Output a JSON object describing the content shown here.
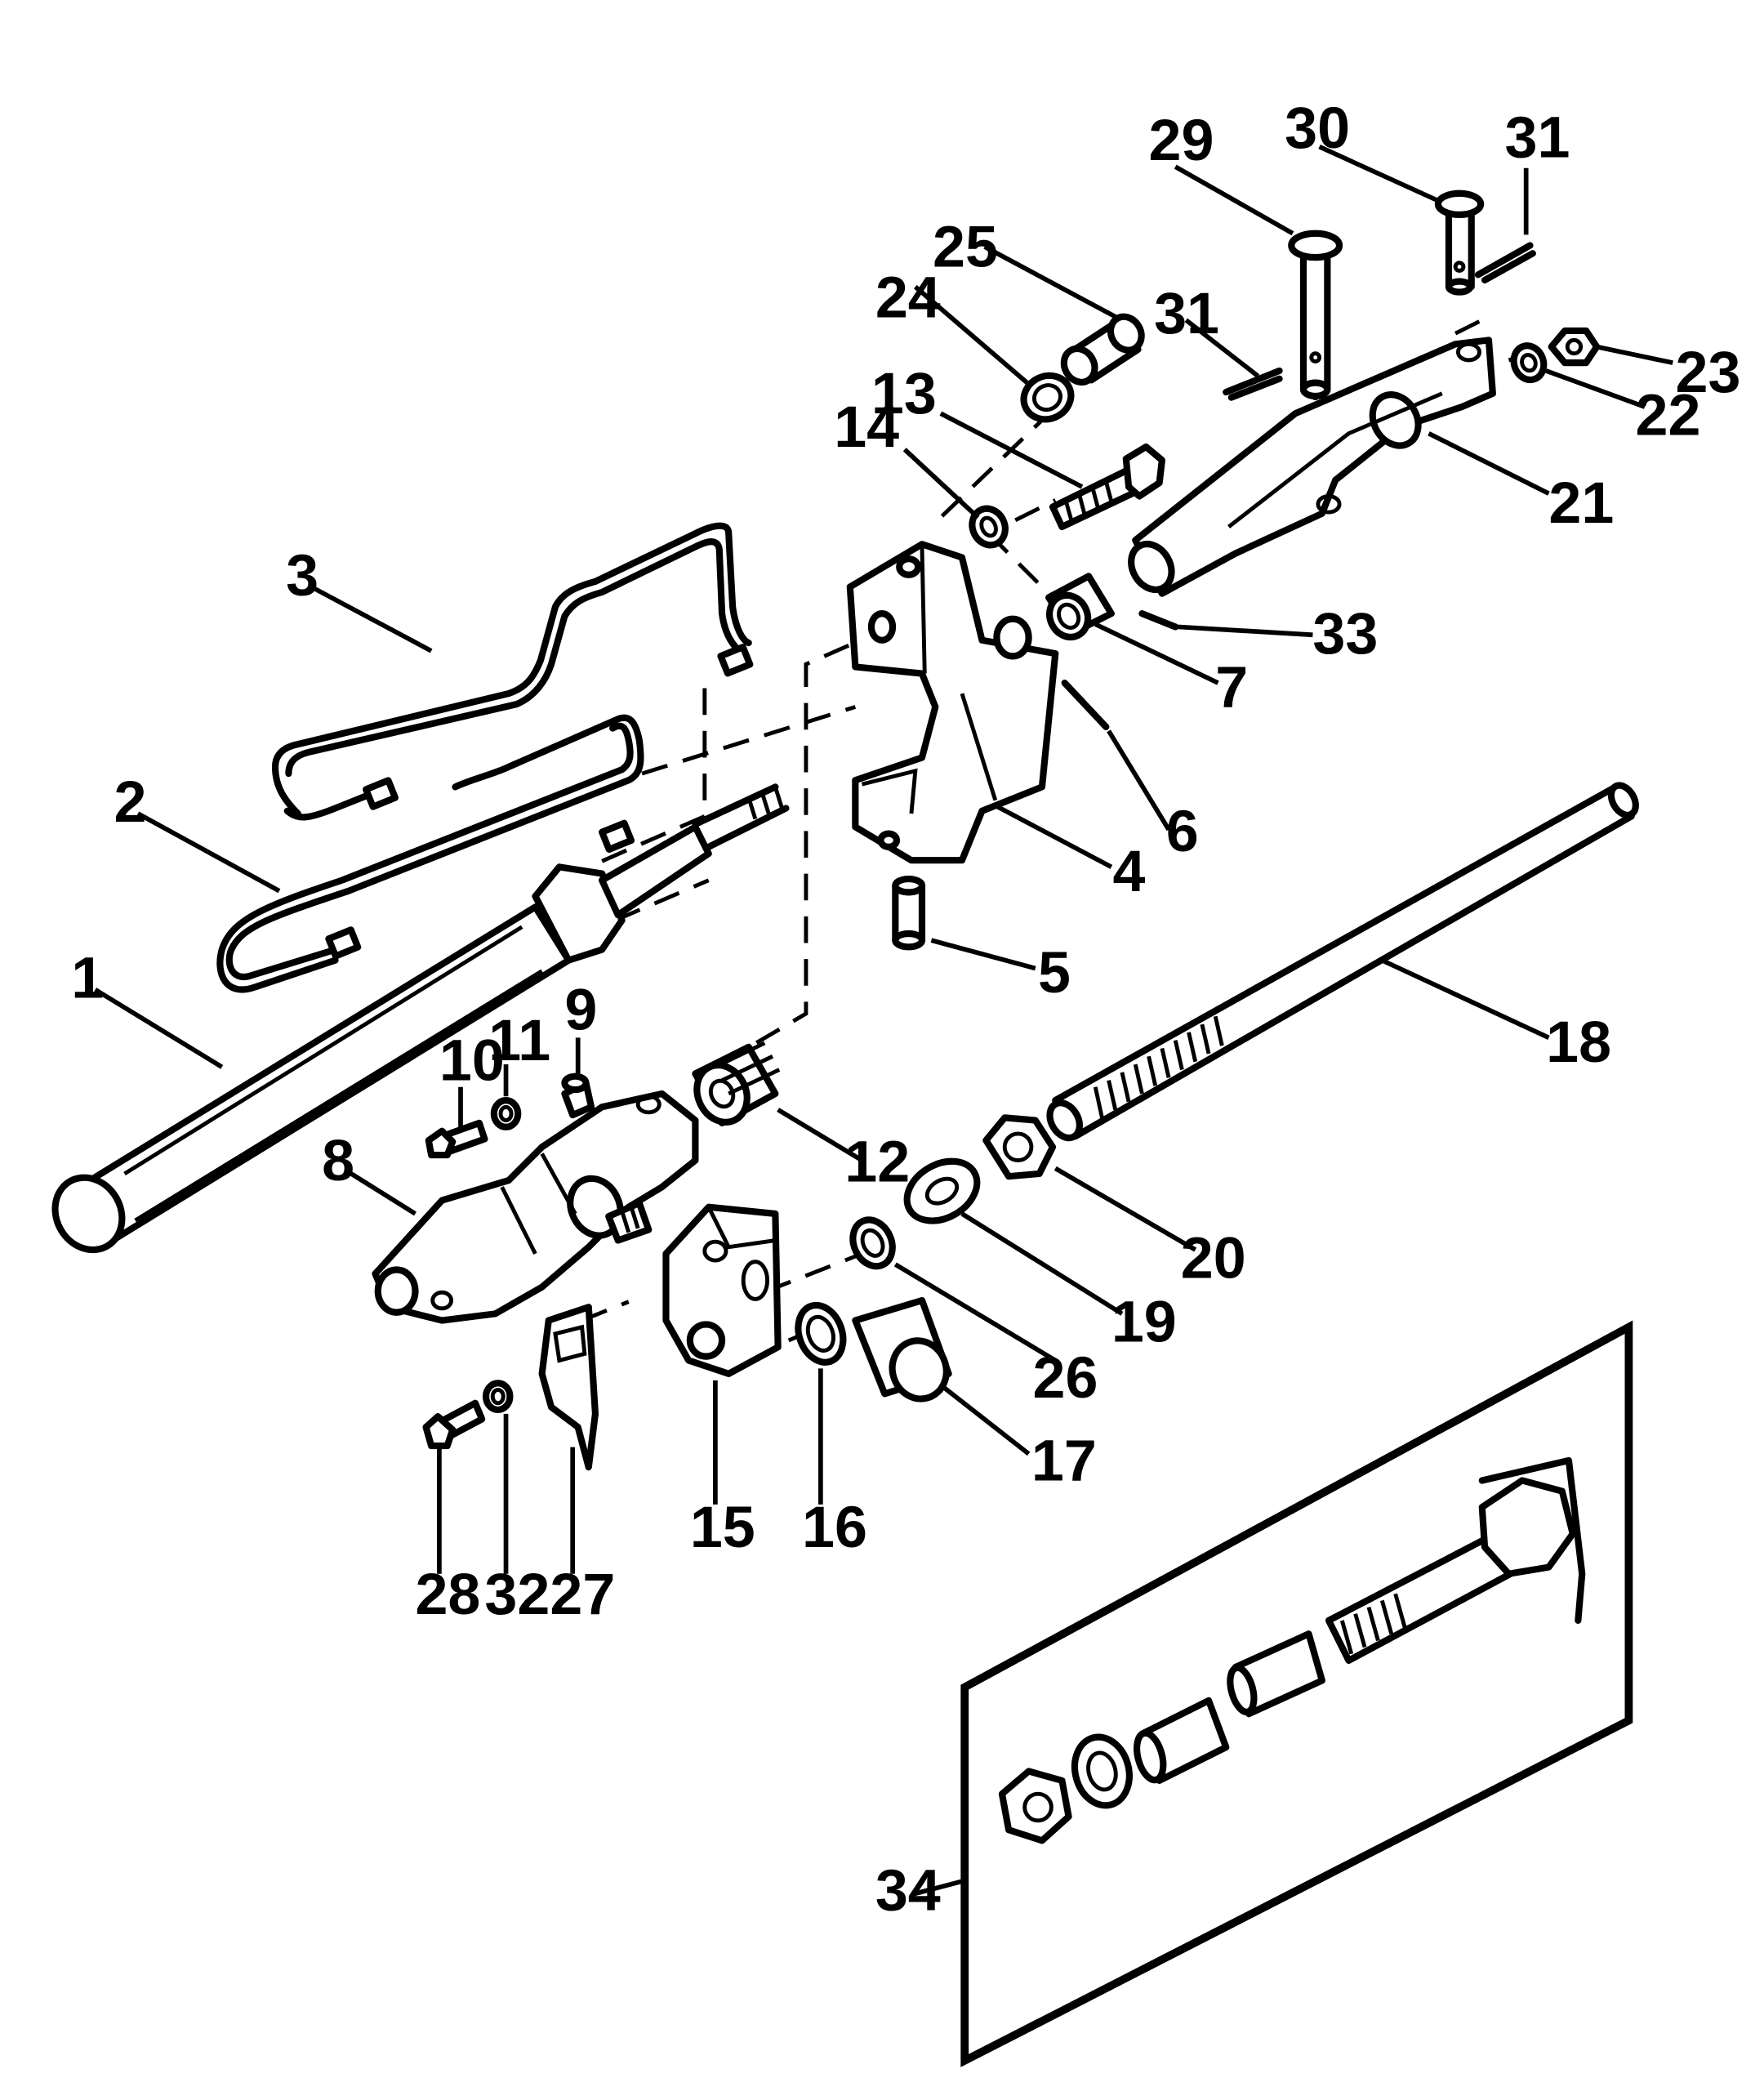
{
  "callouts": [
    {
      "id": "1",
      "text": "1"
    },
    {
      "id": "2",
      "text": "2"
    },
    {
      "id": "3",
      "text": "3"
    },
    {
      "id": "4",
      "text": "4"
    },
    {
      "id": "5",
      "text": "5"
    },
    {
      "id": "6",
      "text": "6"
    },
    {
      "id": "7",
      "text": "7"
    },
    {
      "id": "8",
      "text": "8"
    },
    {
      "id": "9",
      "text": "9"
    },
    {
      "id": "10",
      "text": "10"
    },
    {
      "id": "11",
      "text": "11"
    },
    {
      "id": "12",
      "text": "12"
    },
    {
      "id": "13",
      "text": "13"
    },
    {
      "id": "14",
      "text": "14"
    },
    {
      "id": "15",
      "text": "15"
    },
    {
      "id": "16",
      "text": "16"
    },
    {
      "id": "17",
      "text": "17"
    },
    {
      "id": "18",
      "text": "18"
    },
    {
      "id": "19",
      "text": "19"
    },
    {
      "id": "20",
      "text": "20"
    },
    {
      "id": "21",
      "text": "21"
    },
    {
      "id": "22",
      "text": "22"
    },
    {
      "id": "23",
      "text": "23"
    },
    {
      "id": "24",
      "text": "24"
    },
    {
      "id": "25",
      "text": "25"
    },
    {
      "id": "26",
      "text": "26"
    },
    {
      "id": "27",
      "text": "27"
    },
    {
      "id": "28",
      "text": "28"
    },
    {
      "id": "29",
      "text": "29"
    },
    {
      "id": "30",
      "text": "30"
    },
    {
      "id": "31a",
      "text": "31"
    },
    {
      "id": "31b",
      "text": "31"
    },
    {
      "id": "32",
      "text": "32"
    },
    {
      "id": "33",
      "text": "33"
    },
    {
      "id": "34",
      "text": "34"
    }
  ]
}
